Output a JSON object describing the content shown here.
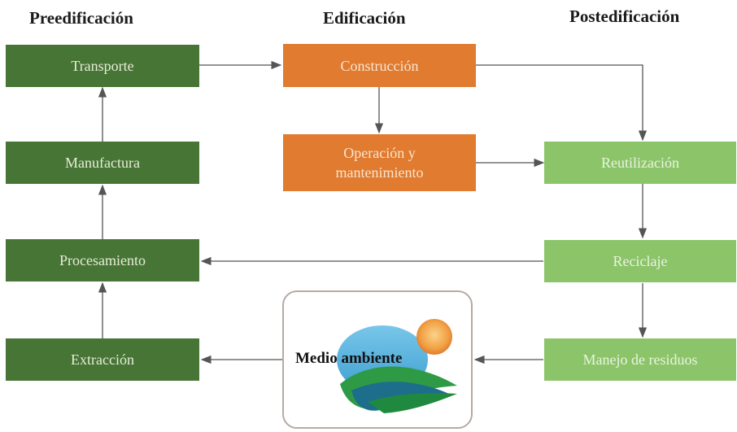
{
  "headers": {
    "pre": "Preedificación",
    "edif": "Edificación",
    "post": "Postedificación"
  },
  "boxes": {
    "transporte": "Transporte",
    "manufactura": "Manufactura",
    "procesamiento": "Procesamiento",
    "extraccion": "Extracción",
    "construccion": "Construcción",
    "operacion_l1": "Operación y",
    "operacion_l2": "mantenimiento",
    "reutilizacion": "Reutilización",
    "reciclaje": "Reciclaje",
    "manejo": "Manejo de residuos"
  },
  "center": {
    "label": "Medio ambiente",
    "icon": "environment-leaf-sun-icon"
  },
  "colors": {
    "preedificacion": "#467535",
    "edificacion": "#e07b30",
    "postedificacion": "#8cc46a",
    "arrow": "#555555"
  }
}
